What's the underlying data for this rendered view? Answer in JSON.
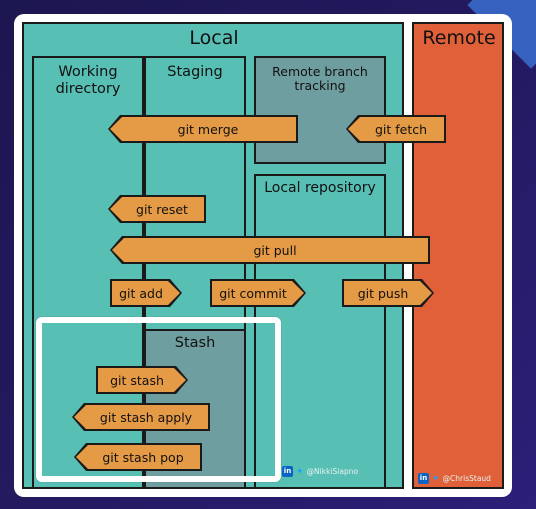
{
  "diagram": {
    "sections": {
      "local": "Local",
      "remote": "Remote",
      "working_directory": "Working directory",
      "staging": "Staging",
      "remote_tracking": "Remote branch tracking",
      "local_repository": "Local repository",
      "stash": "Stash"
    },
    "commands": {
      "git_merge": "git merge",
      "git_fetch": "git fetch",
      "git_reset": "git reset",
      "git_pull": "git pull",
      "git_add": "git add",
      "git_commit": "git commit",
      "git_push": "git push",
      "git_stash": "git stash",
      "git_stash_apply": "git stash apply",
      "git_stash_pop": "git stash pop"
    },
    "credits": {
      "local_credit": "@NikkiSiapno",
      "remote_credit": "@ChrisStaud"
    },
    "colors": {
      "local_teal": "#58bfb4",
      "tracking_slate": "#6f9ea0",
      "remote_orange": "#e0603a",
      "arrow_orange": "#e59a45",
      "highlight": "#ffffff",
      "background": "#1c1650"
    }
  }
}
